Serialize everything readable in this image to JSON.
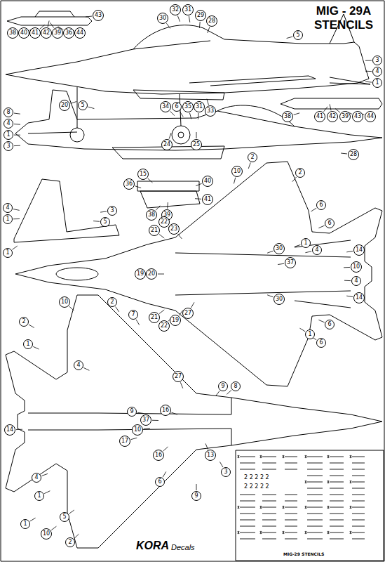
{
  "diagram": {
    "title": "MIG - 29A STENCILS",
    "nodes": [
      {
        "text": [
          "38"
        ]
      },
      {
        "text": [
          "40"
        ]
      },
      {
        "text": [
          "41"
        ]
      },
      {
        "text": [
          "42"
        ]
      },
      {
        "text": [
          "39"
        ]
      },
      {
        "text": [
          "36"
        ]
      },
      {
        "text": [
          "44"
        ]
      },
      {
        "text": [
          "43"
        ]
      },
      {
        "text": [
          "30"
        ]
      },
      {
        "text": [
          "32"
        ]
      },
      {
        "text": [
          "31"
        ]
      },
      {
        "text": [
          "29"
        ]
      },
      {
        "text": [
          "28"
        ]
      },
      {
        "text": [
          "5"
        ]
      },
      {
        "text": [
          "3"
        ]
      },
      {
        "text": [
          "4"
        ]
      },
      {
        "text": [
          "1"
        ]
      },
      {
        "text": [
          "20"
        ]
      },
      {
        "text": [
          "33"
        ]
      },
      {
        "text": [
          "24"
        ]
      },
      {
        "text": [
          "25"
        ]
      },
      {
        "text": [
          "38"
        ]
      },
      {
        "text": [
          "41"
        ]
      },
      {
        "text": [
          "42"
        ]
      },
      {
        "text": [
          "39"
        ]
      },
      {
        "text": [
          "43"
        ]
      },
      {
        "text": [
          "44"
        ]
      },
      {
        "text": [
          "8"
        ]
      },
      {
        "text": [
          "4"
        ]
      },
      {
        "text": [
          "1"
        ]
      },
      {
        "text": [
          "3"
        ]
      },
      {
        "text": [
          "5"
        ]
      },
      {
        "text": [
          "34"
        ]
      },
      {
        "text": [
          "6"
        ]
      },
      {
        "text": [
          "35"
        ]
      },
      {
        "text": [
          "31"
        ]
      },
      {
        "text": [
          "28"
        ]
      },
      {
        "text": [
          "36"
        ]
      },
      {
        "text": [
          "15"
        ]
      },
      {
        "text": [
          "40"
        ]
      },
      {
        "text": [
          "41"
        ]
      },
      {
        "text": [
          "38"
        ]
      },
      {
        "text": [
          "39"
        ]
      },
      {
        "text": [
          "4"
        ]
      },
      {
        "text": [
          "1"
        ]
      },
      {
        "text": [
          "3"
        ]
      },
      {
        "text": [
          "5"
        ]
      },
      {
        "text": [
          "1"
        ]
      },
      {
        "text": [
          "2"
        ]
      },
      {
        "text": [
          "10"
        ]
      },
      {
        "text": [
          "2"
        ]
      },
      {
        "text": [
          "6"
        ]
      },
      {
        "text": [
          "6"
        ]
      },
      {
        "text": [
          "1"
        ]
      },
      {
        "text": [
          "4"
        ]
      },
      {
        "text": [
          "22"
        ]
      },
      {
        "text": [
          "21"
        ]
      },
      {
        "text": [
          "23"
        ]
      },
      {
        "text": [
          "19"
        ]
      },
      {
        "text": [
          "20"
        ]
      },
      {
        "text": [
          "30"
        ]
      },
      {
        "text": [
          "37"
        ]
      },
      {
        "text": [
          "30"
        ]
      },
      {
        "text": [
          "14"
        ]
      },
      {
        "text": [
          "10"
        ]
      },
      {
        "text": [
          "4"
        ]
      },
      {
        "text": [
          "14"
        ]
      },
      {
        "text": [
          "22"
        ]
      },
      {
        "text": [
          "21"
        ]
      },
      {
        "text": [
          "19"
        ]
      },
      {
        "text": [
          "27"
        ]
      },
      {
        "text": [
          "6"
        ]
      },
      {
        "text": [
          "6"
        ]
      },
      {
        "text": [
          "1"
        ]
      },
      {
        "text": [
          "10"
        ]
      },
      {
        "text": [
          "2"
        ]
      },
      {
        "text": [
          "7"
        ]
      },
      {
        "text": [
          "2"
        ]
      },
      {
        "text": [
          "1"
        ]
      },
      {
        "text": [
          "4"
        ]
      },
      {
        "text": [
          "27"
        ]
      },
      {
        "text": [
          "9"
        ]
      },
      {
        "text": [
          "8"
        ]
      },
      {
        "text": [
          "14"
        ]
      },
      {
        "text": [
          "16"
        ]
      },
      {
        "text": [
          "37"
        ]
      },
      {
        "text": [
          "9"
        ]
      },
      {
        "text": [
          "10"
        ]
      },
      {
        "text": [
          "17"
        ]
      },
      {
        "text": [
          "16"
        ]
      },
      {
        "text": [
          "13"
        ]
      },
      {
        "text": [
          "3"
        ]
      },
      {
        "text": [
          "6"
        ]
      },
      {
        "text": [
          "9"
        ]
      },
      {
        "text": [
          "4"
        ]
      },
      {
        "text": [
          "1"
        ]
      },
      {
        "text": [
          "5"
        ]
      },
      {
        "text": [
          "1"
        ]
      },
      {
        "text": [
          "10"
        ]
      },
      {
        "text": [
          "2"
        ]
      }
    ],
    "labels": [
      "2 2 2 2 2",
      "2 2 2 2 2",
      "MIG-29 STENCILS",
      "KORA",
      "Decals"
    ]
  }
}
